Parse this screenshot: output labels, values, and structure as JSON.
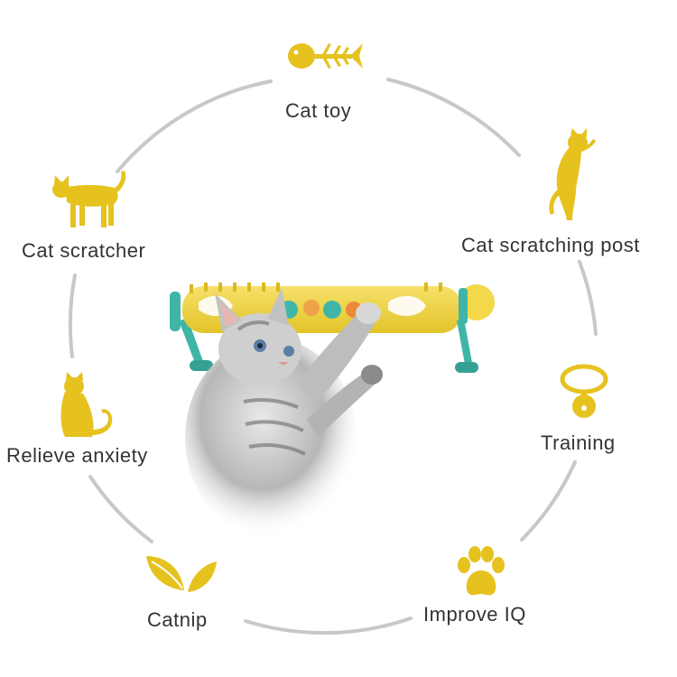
{
  "features": {
    "cat_toy": "Cat toy",
    "cat_scratching_post": "Cat scratching post",
    "training": "Training",
    "improve_iq": "Improve IQ",
    "catnip": "Catnip",
    "relieve_anxiety": "Relieve anxiety",
    "cat_scratcher": "Cat scratcher"
  },
  "icons": {
    "cat_toy": "fish-bone-icon",
    "cat_scratching_post": "standing-cat-icon",
    "training": "collar-icon",
    "improve_iq": "paw-icon",
    "catnip": "leaf-icon",
    "relieve_anxiety": "sitting-cat-icon",
    "cat_scratcher": "walking-cat-icon"
  },
  "colors": {
    "icon": "#e6c21f",
    "ring": "#c8c8c8",
    "text": "#333333",
    "toy_yellow": "#f2d43a",
    "toy_teal": "#3fb5a8"
  }
}
